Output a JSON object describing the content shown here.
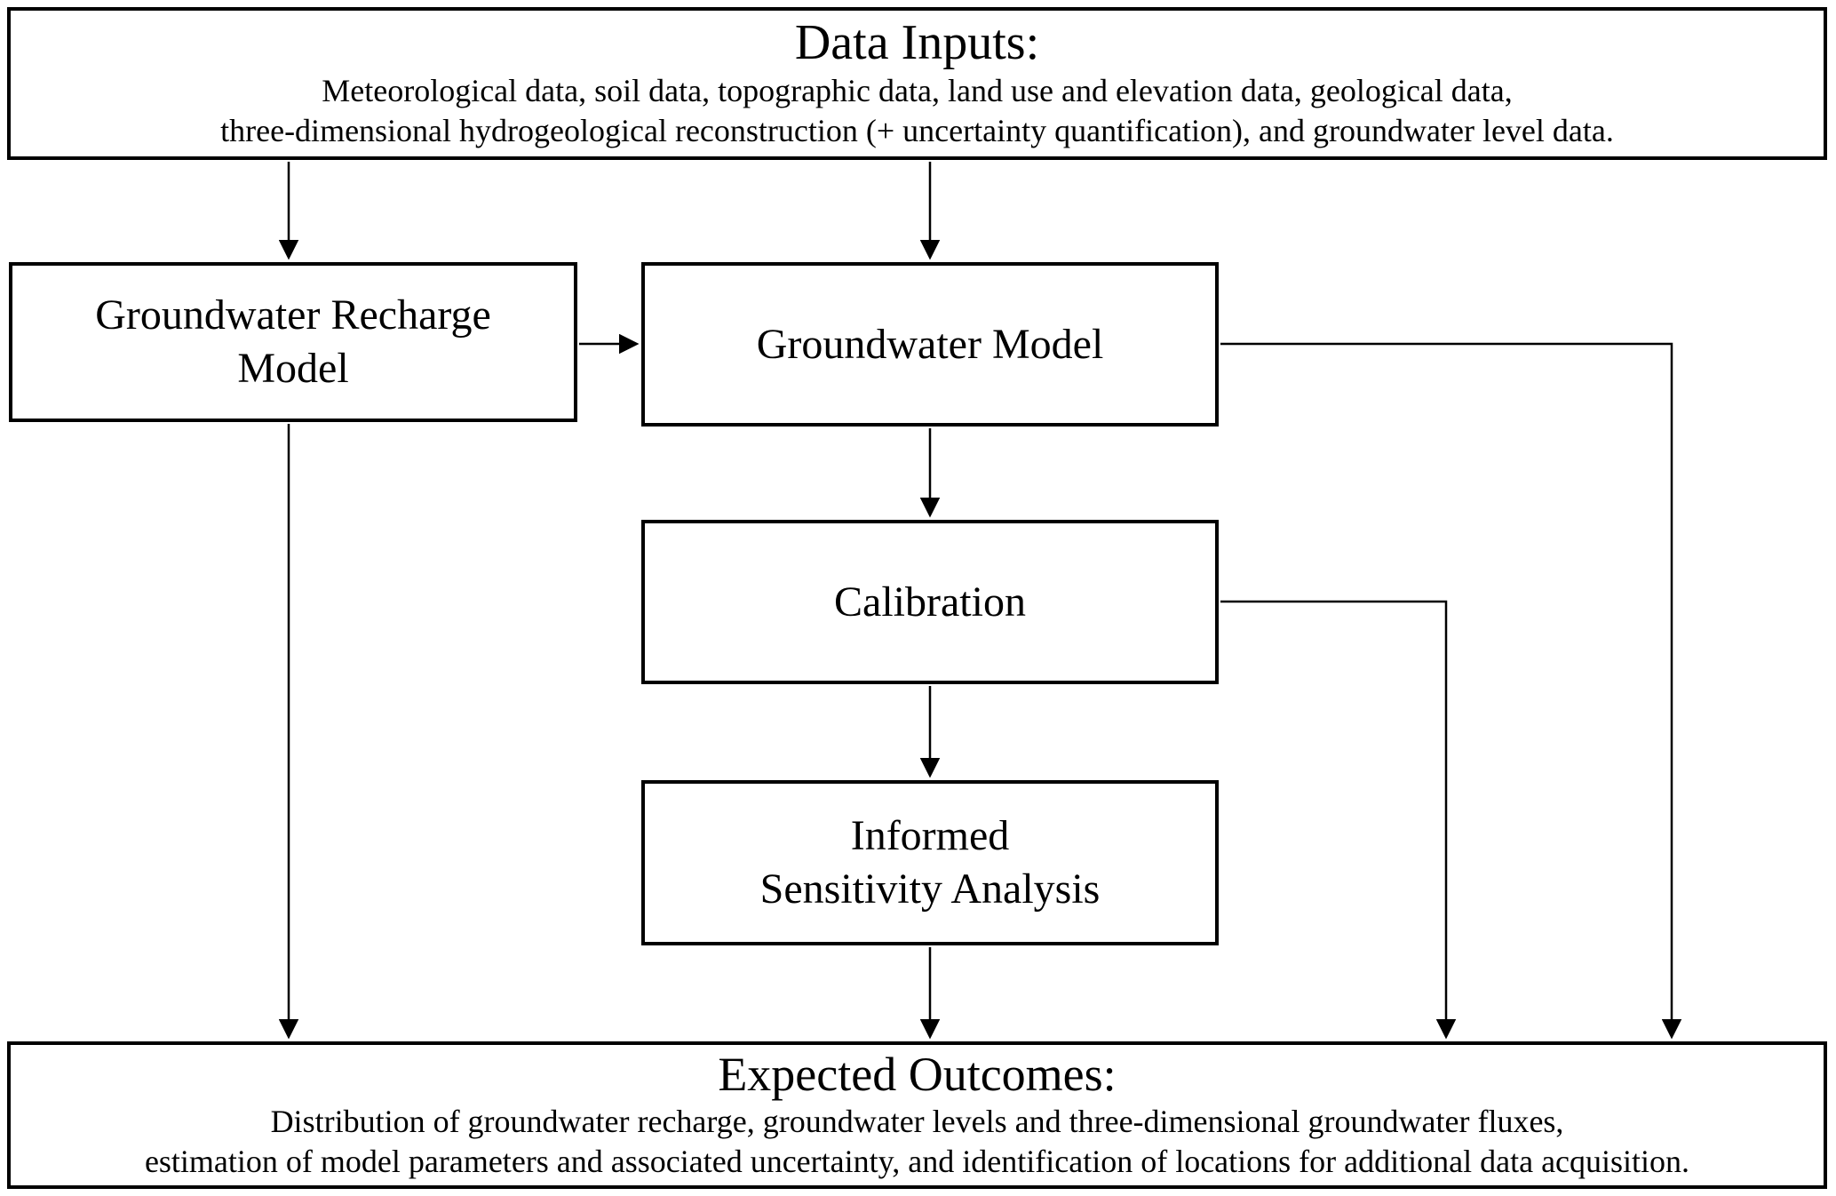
{
  "diagram": {
    "data_inputs": {
      "title": "Data Inputs:",
      "line1": "Meteorological data, soil data, topographic data, land use and elevation data, geological data,",
      "line2": "three-dimensional hydrogeological reconstruction (+ uncertainty quantification), and groundwater level data."
    },
    "recharge_model": {
      "line1": "Groundwater Recharge",
      "line2": "Model"
    },
    "groundwater_model": {
      "label": "Groundwater Model"
    },
    "calibration": {
      "label": "Calibration"
    },
    "sensitivity_analysis": {
      "line1": "Informed",
      "line2": "Sensitivity Analysis"
    },
    "expected_outcomes": {
      "title": "Expected Outcomes:",
      "line1": "Distribution of groundwater recharge, groundwater levels and three-dimensional groundwater fluxes,",
      "line2": "estimation of model parameters and associated uncertainty, and identification of locations for additional data acquisition."
    }
  },
  "colors": {
    "border": "#000000",
    "background": "#ffffff",
    "text": "#000000",
    "arrow": "#000000"
  }
}
